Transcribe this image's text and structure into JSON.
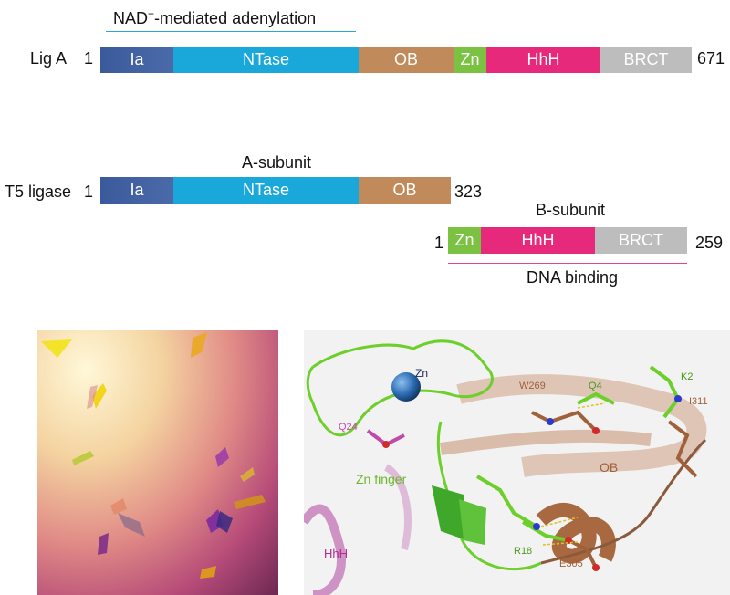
{
  "colors": {
    "ia": "#3d5fa0",
    "ntase": "#1aa7d9",
    "ob": "#c08a5a",
    "zn": "#7cc242",
    "hhh": "#e6297b",
    "brct": "#bdbdbd",
    "adenylation_line": "#2aa6d6",
    "dna_line": "#e3429a"
  },
  "top": {
    "adenylation_label_prefix": "NAD",
    "adenylation_label_sup": "+",
    "adenylation_label_suffix": "-mediated adenylation",
    "ligA": {
      "name": "Lig A",
      "start": "1",
      "end": "671",
      "domains": [
        "Ia",
        "NTase",
        "OB",
        "Zn",
        "HhH",
        "BRCT"
      ]
    },
    "t5": {
      "name": "T5 ligase",
      "start": "1",
      "end": "323",
      "subunit_a_label": "A-subunit",
      "domains": [
        "Ia",
        "NTase",
        "OB"
      ]
    },
    "bsub": {
      "subunit_b_label": "B-subunit",
      "start": "1",
      "end": "259",
      "domains": [
        "Zn",
        "HhH",
        "BRCT"
      ],
      "dna_binding_label": "DNA binding"
    }
  },
  "structure": {
    "labels": {
      "zn": "Zn",
      "w269": "W269",
      "q4": "Q4",
      "k2": "K2",
      "i311": "I311",
      "q24": "Q24",
      "ob": "OB",
      "zn_finger": "Zn finger",
      "r18": "R18",
      "e305": "E305",
      "hhh": "HhH"
    }
  }
}
